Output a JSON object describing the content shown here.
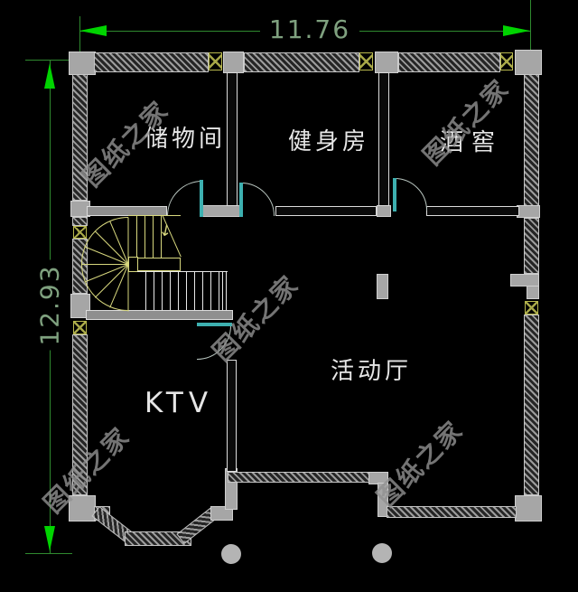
{
  "plan": {
    "title": "basement-floor-plan",
    "dimensions": {
      "width_label": "11.76",
      "height_label": "12.93"
    },
    "rooms": [
      {
        "label": "储物间"
      },
      {
        "label": "健身房"
      },
      {
        "label": "酒窖"
      },
      {
        "label": "活动厅"
      },
      {
        "label": "KTV"
      }
    ],
    "stairs": {
      "direction_arrow": "↓"
    },
    "watermark": {
      "text": "图纸之家"
    },
    "colors": {
      "background": "#000000",
      "wall_gray": "#a6a6a6",
      "dimension_arrow_green": "#00d400",
      "dimension_text_green": "#7fa17f",
      "door_cyan": "#3db0b0",
      "stair_yellow": "#d8d87e",
      "label_white": "#e6e6e6",
      "flue_yellow": "#b9b94e"
    }
  }
}
